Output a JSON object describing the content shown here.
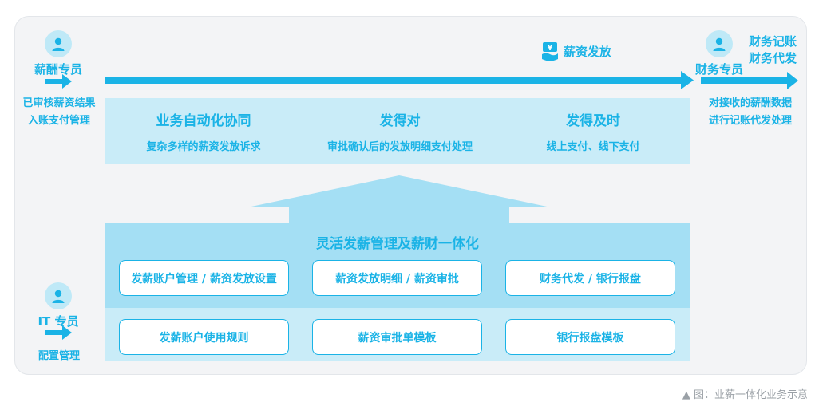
{
  "left_role": {
    "title": "薪酬专员",
    "desc_line1": "已审核薪资结果",
    "desc_line2": "入账支付管理"
  },
  "flow": {
    "label": "薪资发放"
  },
  "right_role": {
    "title": "财务专员",
    "note_line1": "财务记账",
    "note_line2": "财务代发",
    "desc_line1": "对接收的薪酬数据",
    "desc_line2": "进行记账代发处理"
  },
  "top_panel": {
    "columns": [
      {
        "title": "业务自动化协同",
        "subtitle": "复杂多样的薪资发放诉求"
      },
      {
        "title": "发得对",
        "subtitle": "审批确认后的发放明细支付处理"
      },
      {
        "title": "发得及时",
        "subtitle": "线上支付、线下支付"
      }
    ]
  },
  "bottom_panel": {
    "title": "灵活发薪管理及薪财一体化",
    "row1": [
      "发薪账户管理 / 薪资发放设置",
      "薪资发放明细 / 薪资审批",
      "财务代发 / 银行报盘"
    ],
    "row2": [
      "发薪账户使用规则",
      "薪资审批单模板",
      "银行报盘模板"
    ]
  },
  "it_role": {
    "title": "IT 专员",
    "desc": "配置管理"
  },
  "caption": "▲ 图：业薪一体化业务示意",
  "colors": {
    "accent": "#1ab3e6",
    "panel_light": "#c9ecf8",
    "panel_mid": "#a4dff4",
    "frame_bg": "#f3f4f6"
  }
}
